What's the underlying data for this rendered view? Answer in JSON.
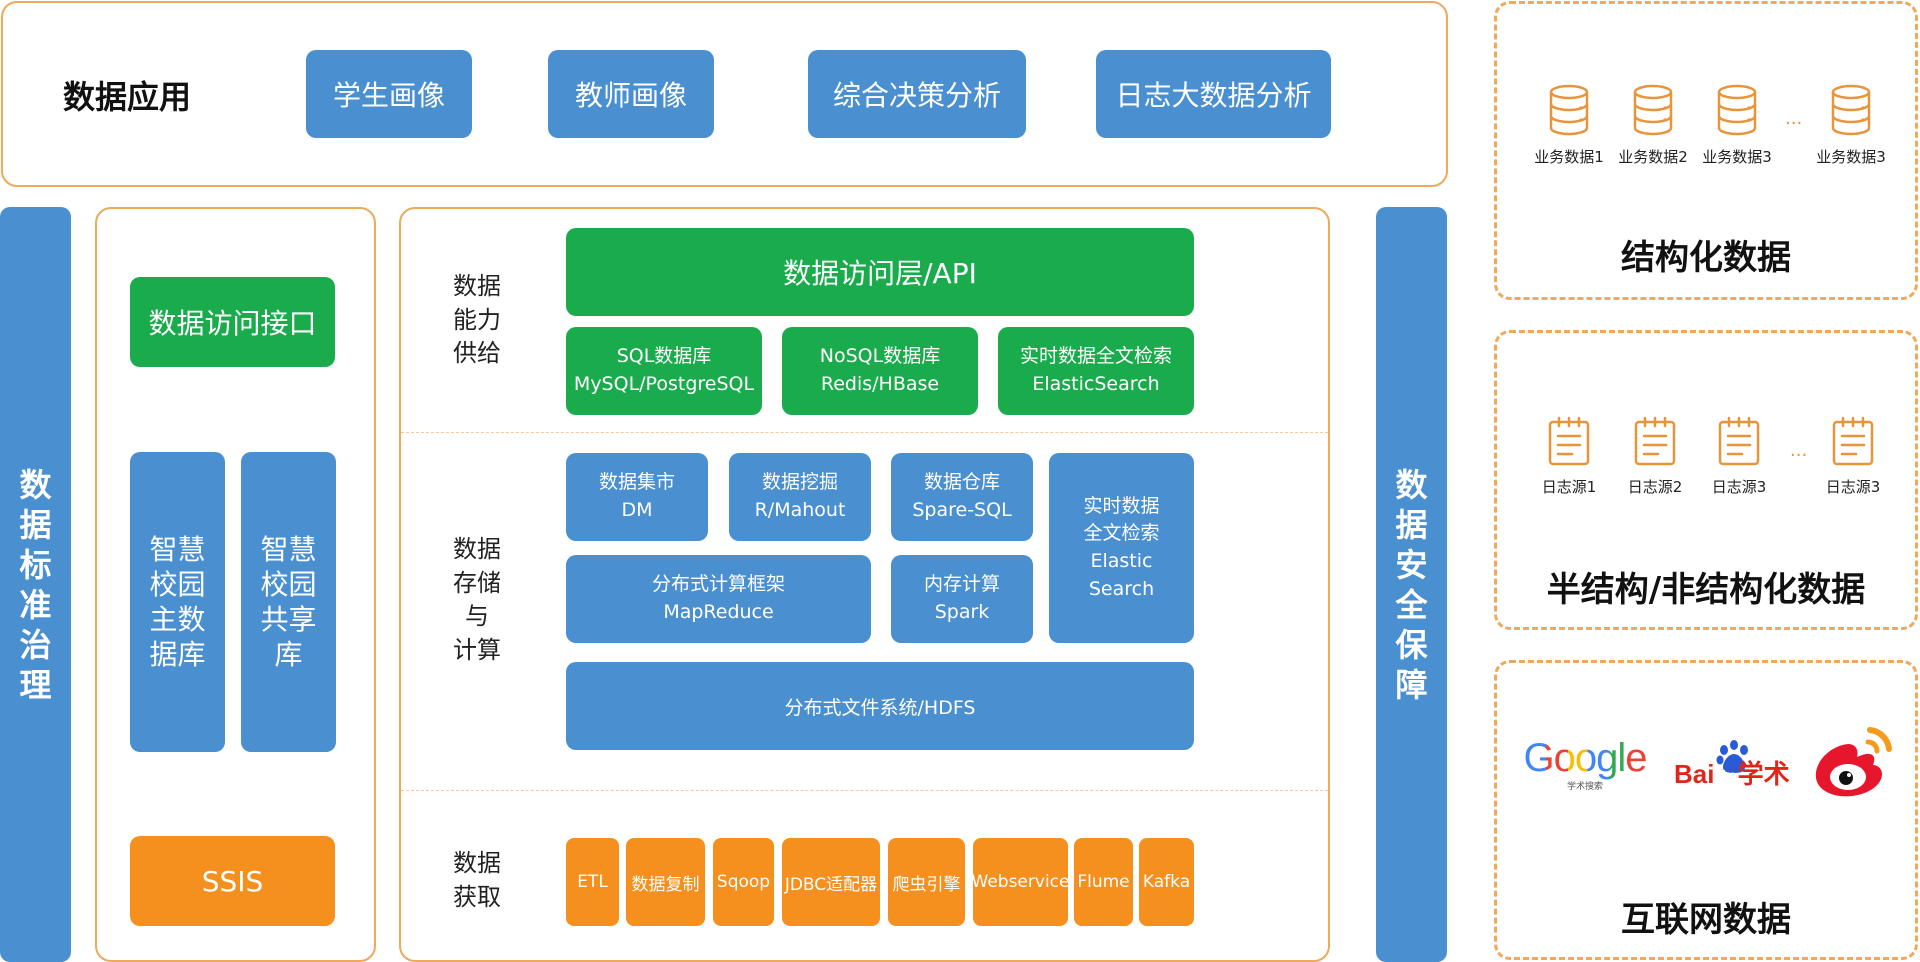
{
  "top": {
    "title": "数据应用",
    "apps": [
      "学生画像",
      "教师画像",
      "综合决策分析",
      "日志大数据分析"
    ]
  },
  "left_bar": {
    "text": [
      "数",
      "据",
      "标",
      "准",
      "治",
      "理"
    ]
  },
  "right_bar": {
    "text": [
      "数",
      "据",
      "安",
      "全",
      "保",
      "障"
    ]
  },
  "left_panel": {
    "access": "数据访问接口",
    "master_db": [
      "智慧",
      "校园",
      "主数",
      "据库"
    ],
    "shared_db": [
      "智慧",
      "校园",
      "共享",
      "库"
    ],
    "ssis": "SSIS"
  },
  "center": {
    "supply_label": [
      "数据",
      "能力",
      "供给"
    ],
    "storage_label": [
      "数据",
      "存储",
      "与",
      "计算"
    ],
    "acquire_label": [
      "数据",
      "获取"
    ],
    "api": "数据访问层/API",
    "db_boxes": [
      {
        "l1": "SQL数据库",
        "l2": "MySQL/PostgreSQL"
      },
      {
        "l1": "NoSQL数据库",
        "l2": "Redis/HBase"
      },
      {
        "l1": "实时数据全文检索",
        "l2": "ElasticSearch"
      }
    ],
    "dm": {
      "l1": "数据集市",
      "l2": "DM"
    },
    "mining": {
      "l1": "数据挖掘",
      "l2": "R/Mahout"
    },
    "warehouse": {
      "l1": "数据仓库",
      "l2": "Spare-SQL"
    },
    "search": [
      "实时数据",
      "全文检索",
      "Elastic",
      "Search"
    ],
    "mapreduce": {
      "l1": "分布式计算框架",
      "l2": "MapReduce"
    },
    "spark": {
      "l1": "内存计算",
      "l2": "Spark"
    },
    "hdfs": "分布式文件系统/HDFS",
    "tools": [
      "ETL",
      "数据复制",
      "Sqoop",
      "JDBC适配器",
      "爬虫引擎",
      "Webservice",
      "Flume",
      "Kafka"
    ]
  },
  "structured": {
    "title": "结构化数据",
    "items": [
      "业务数据1",
      "业务数据2",
      "业务数据3",
      "业务数据3"
    ],
    "ellipsis": "..."
  },
  "semi": {
    "title": "半结构/非结构化数据",
    "items": [
      "日志源1",
      "日志源2",
      "日志源3",
      "日志源3"
    ],
    "ellipsis": "..."
  },
  "internet": {
    "title": "互联网数据",
    "google": "Google",
    "google_sub": "学术搜索",
    "baidu_a": "Bai",
    "baidu_b": "du",
    "baidu_c": "学术"
  },
  "colors": {
    "blue": "#4a8fd0",
    "green": "#1aac4c",
    "orange": "#f5901f",
    "border": "#f0a85a"
  }
}
